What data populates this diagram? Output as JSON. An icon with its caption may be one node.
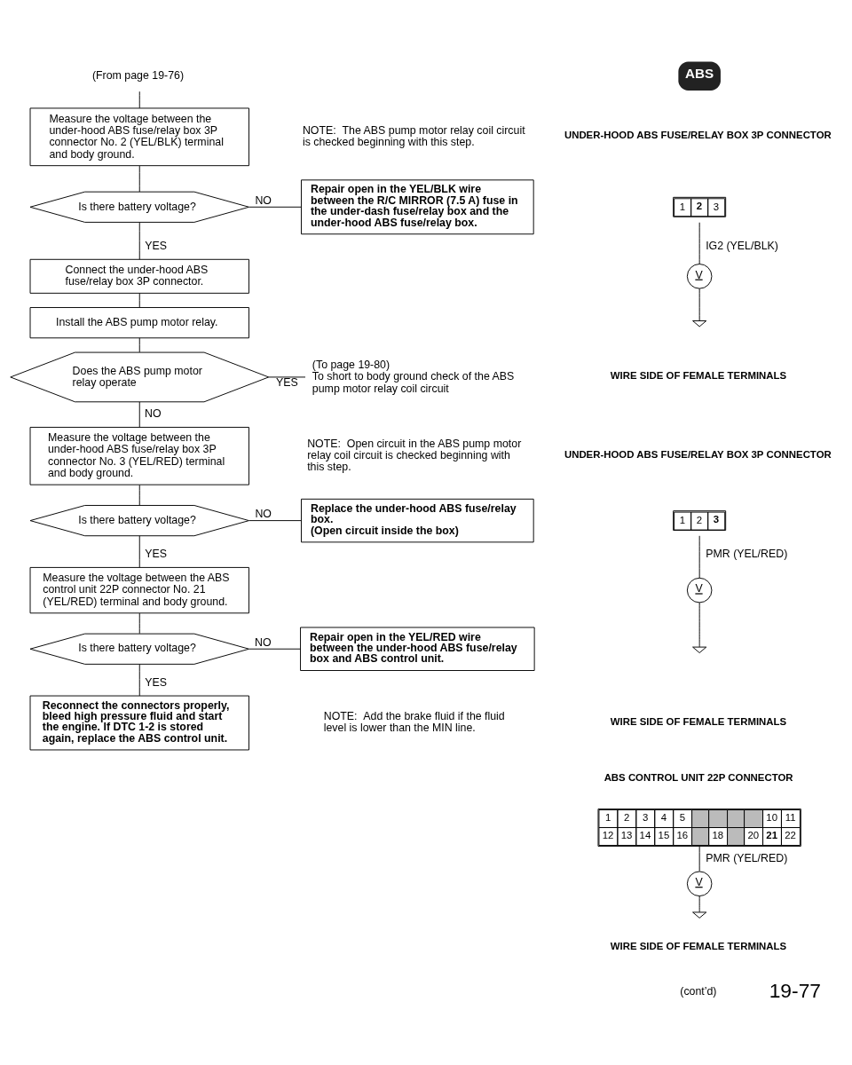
{
  "diagram": {
    "nodes": [
      {
        "text": [
          "(From page 19-76)"
        ]
      },
      {
        "text": [
          "Measure the voltage between the under-hood ABS fuse/relay box 3P connector No. 2 (YEL/BLK) terminal and body ground."
        ]
      },
      {
        "text": [
          "Is there battery voltage?"
        ]
      },
      {
        "text": [
          "Repair open in the YEL/BLK wire between the R/C MIRROR (7.5 A) fuse in the under-dash fuse/relay box and the under-hood ABS fuse/relay box."
        ]
      },
      {
        "text": [
          "Connect the under-hood ABS fuse/relay box 3P connector."
        ]
      },
      {
        "text": [
          "Install the ABS pump motor relay."
        ]
      },
      {
        "text": [
          "Does the ABS pump motor relay operate"
        ]
      },
      {
        "text": [
          "(To page 19-80)",
          "To short to body ground check of the ABS pump motor relay coil circuit"
        ]
      },
      {
        "text": [
          "Measure the voltage between the under-hood ABS fuse/relay box 3P connector No. 3 (YEL/RED) terminal and body ground."
        ]
      },
      {
        "text": [
          "Is there battery voltage?"
        ]
      },
      {
        "text": [
          "Replace the under-hood ABS fuse/relay box.",
          "(Open circuit inside the box)"
        ]
      },
      {
        "text": [
          "Measure the voltage between the ABS control unit 22P connector No. 21 (YEL/RED) terminal and body ground."
        ]
      },
      {
        "text": [
          "Is there battery voltage?"
        ]
      },
      {
        "text": [
          "Repair open in the YEL/RED wire between the under-hood ABS fuse/relay box and ABS control unit."
        ]
      },
      {
        "text": [
          "Reconnect the connectors properly, bleed high pressure fluid and start the engine. If DTC 1-2 is stored again, replace the ABS control unit."
        ]
      },
      {
        "text": [
          "1",
          "2",
          "3"
        ]
      },
      {
        "text": [
          "V"
        ]
      },
      {
        "text": [],
        "shape": "ground"
      },
      {
        "text": [
          "1",
          "2",
          "3"
        ]
      },
      {
        "text": [
          "V"
        ]
      },
      {
        "text": [],
        "shape": "ground"
      },
      {
        "text": [
          "1",
          "2",
          "3",
          "4",
          "5",
          "10",
          "11",
          "12",
          "13",
          "14",
          "15",
          "16",
          "18",
          "20",
          "21",
          "22"
        ]
      },
      {
        "text": [
          "V"
        ]
      },
      {
        "text": [],
        "shape": "ground"
      }
    ],
    "edges": [
      {
        "from": 0,
        "to": 1,
        "arrow": "none"
      },
      {
        "from": 1,
        "to": 2,
        "arrow": "none"
      },
      {
        "from": 2,
        "to": 3,
        "arrow": "none",
        "label": "NO"
      },
      {
        "from": 2,
        "to": 4,
        "arrow": "none",
        "label": "YES"
      },
      {
        "from": 4,
        "to": 5,
        "arrow": "none"
      },
      {
        "from": 5,
        "to": 6,
        "arrow": "none"
      },
      {
        "from": 6,
        "to": 7,
        "arrow": "none",
        "label": "YES"
      },
      {
        "from": 6,
        "to": 8,
        "arrow": "none",
        "label": "NO"
      },
      {
        "from": 8,
        "to": 9,
        "arrow": "none"
      },
      {
        "from": 9,
        "to": 10,
        "arrow": "none",
        "label": "NO"
      },
      {
        "from": 9,
        "to": 11,
        "arrow": "none",
        "label": "YES"
      },
      {
        "from": 11,
        "to": 12,
        "arrow": "none"
      },
      {
        "from": 12,
        "to": 13,
        "arrow": "none",
        "label": "NO"
      },
      {
        "from": 12,
        "to": 14,
        "arrow": "none",
        "label": "YES"
      },
      {
        "from": 15,
        "to": 16,
        "arrow": "none",
        "label": "IG2 (YEL/BLK)"
      },
      {
        "from": 16,
        "to": 17,
        "arrow": "none"
      },
      {
        "from": 18,
        "to": 19,
        "arrow": "none",
        "label": "PMR (YEL/RED)"
      },
      {
        "from": 19,
        "to": 20,
        "arrow": "none"
      },
      {
        "from": 21,
        "to": 22,
        "arrow": "none",
        "label": "PMR (YEL/RED)"
      },
      {
        "from": 22,
        "to": 23,
        "arrow": "none"
      }
    ],
    "labels": [
      "ABS",
      "NOTE:  The ABS pump motor relay coil circuit is checked beginning with this step.",
      "UNDER-HOOD ABS FUSE/RELAY BOX 3P CONNECTOR",
      "WIRE SIDE OF FEMALE TERMINALS",
      "UNDER-HOOD ABS FUSE/RELAY BOX 3P CONNECTOR",
      "WIRE SIDE OF FEMALE TERMINALS",
      "NOTE:  Open circuit in the ABS pump motor relay coil circuit is checked beginning with this step.",
      "ABS CONTROL UNIT 22P CONNECTOR",
      "WIRE SIDE OF FEMALE TERMINALS",
      "NOTE:  Add the brake fluid if the fluid level is lower than the MIN line.",
      "(cont’d)",
      "19-77"
    ]
  }
}
